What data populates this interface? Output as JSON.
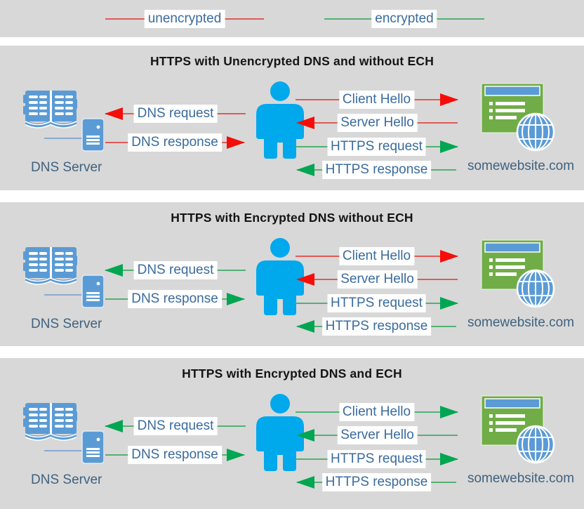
{
  "legend": {
    "items": [
      {
        "label": "unencrypted",
        "color": "red"
      },
      {
        "label": "encrypted",
        "color": "green"
      }
    ]
  },
  "colors": {
    "red_line": "#e05a57",
    "red_head": "#f60d09",
    "green_line": "#53b173",
    "green_head": "#00a651",
    "icon_blue": "#5b9bd5",
    "person_blue": "#00a8ec",
    "site_green": "#70ad47",
    "label_text": "#3a6b9e",
    "caption_text": "#40627f",
    "panel_bg": "#d8d8d8",
    "title_text": "#141414"
  },
  "icons": {
    "dns_server": "open-book-with-server-icon",
    "user": "person-icon",
    "website": "browser-window-with-globe-icon",
    "arrowhead": "triangle-arrowhead-icon"
  },
  "panels": [
    {
      "title": "HTTPS with Unencrypted DNS and without ECH",
      "dns_server_caption": "DNS Server",
      "website_caption": "somewebsite.com",
      "arrows": {
        "dns_request": {
          "label": "DNS request",
          "direction": "left",
          "color": "red",
          "encrypted": false
        },
        "dns_response": {
          "label": "DNS response",
          "direction": "right",
          "color": "red",
          "encrypted": false
        },
        "client_hello": {
          "label": "Client Hello",
          "direction": "right",
          "color": "red",
          "encrypted": false
        },
        "server_hello": {
          "label": "Server Hello",
          "direction": "left",
          "color": "red",
          "encrypted": false
        },
        "https_request": {
          "label": "HTTPS request",
          "direction": "right",
          "color": "green",
          "encrypted": true
        },
        "https_response": {
          "label": "HTTPS response",
          "direction": "left",
          "color": "green",
          "encrypted": true
        }
      }
    },
    {
      "title": "HTTPS with Encrypted DNS without ECH",
      "dns_server_caption": "DNS Server",
      "website_caption": "somewebsite.com",
      "arrows": {
        "dns_request": {
          "label": "DNS request",
          "direction": "left",
          "color": "green",
          "encrypted": true
        },
        "dns_response": {
          "label": "DNS response",
          "direction": "right",
          "color": "green",
          "encrypted": true
        },
        "client_hello": {
          "label": "Client Hello",
          "direction": "right",
          "color": "red",
          "encrypted": false
        },
        "server_hello": {
          "label": "Server Hello",
          "direction": "left",
          "color": "red",
          "encrypted": false
        },
        "https_request": {
          "label": "HTTPS request",
          "direction": "right",
          "color": "green",
          "encrypted": true
        },
        "https_response": {
          "label": "HTTPS response",
          "direction": "left",
          "color": "green",
          "encrypted": true
        }
      }
    },
    {
      "title": "HTTPS with Encrypted DNS and ECH",
      "dns_server_caption": "DNS Server",
      "website_caption": "somewebsite.com",
      "arrows": {
        "dns_request": {
          "label": "DNS request",
          "direction": "left",
          "color": "green",
          "encrypted": true
        },
        "dns_response": {
          "label": "DNS response",
          "direction": "right",
          "color": "green",
          "encrypted": true
        },
        "client_hello": {
          "label": "Client Hello",
          "direction": "right",
          "color": "green",
          "encrypted": true
        },
        "server_hello": {
          "label": "Server Hello",
          "direction": "left",
          "color": "green",
          "encrypted": true
        },
        "https_request": {
          "label": "HTTPS request",
          "direction": "right",
          "color": "green",
          "encrypted": true
        },
        "https_response": {
          "label": "HTTPS response",
          "direction": "left",
          "color": "green",
          "encrypted": true
        }
      }
    }
  ]
}
